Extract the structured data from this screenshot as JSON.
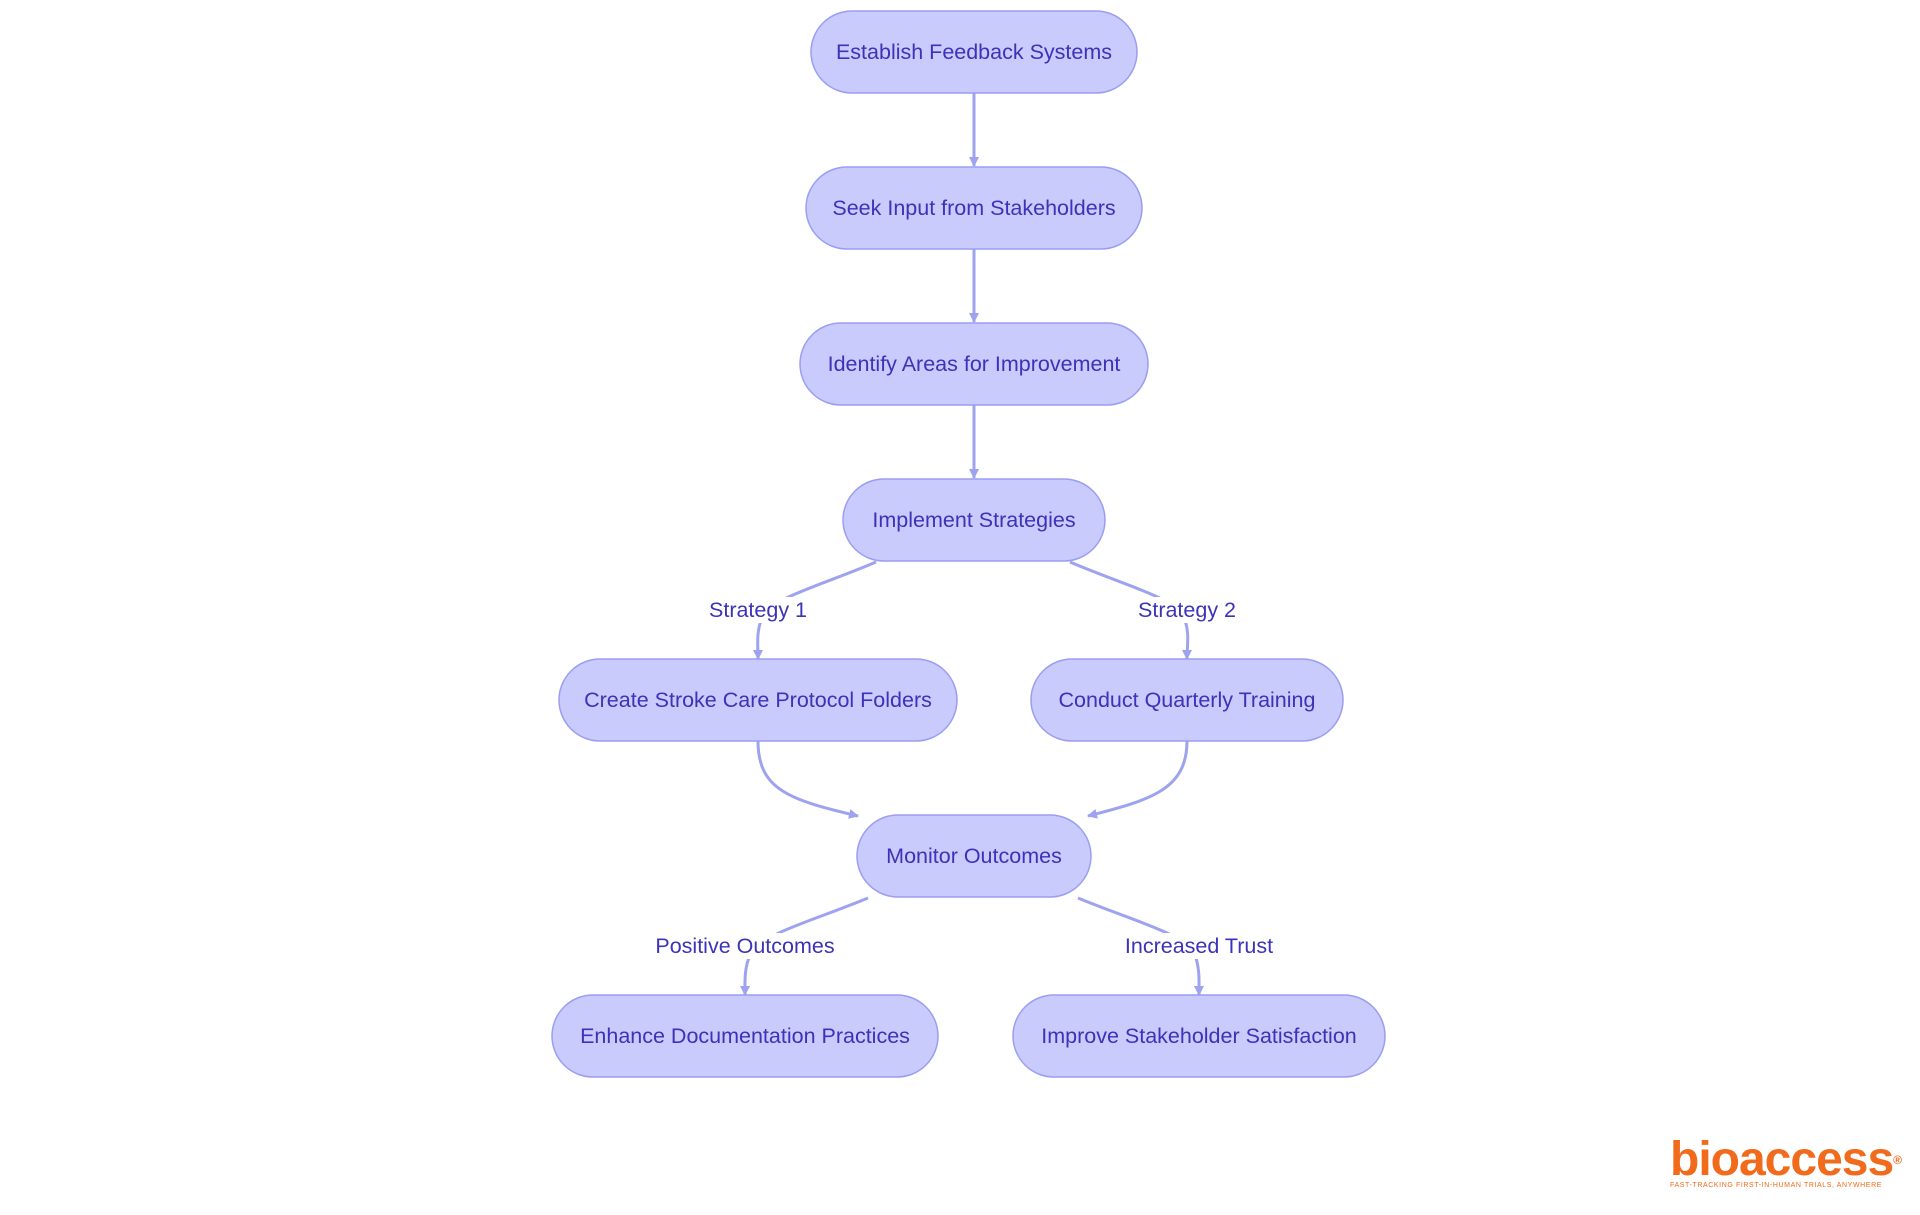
{
  "diagram": {
    "nodes": [
      {
        "id": "n1",
        "label": "Establish Feedback Systems"
      },
      {
        "id": "n2",
        "label": "Seek Input from Stakeholders"
      },
      {
        "id": "n3",
        "label": "Identify Areas for Improvement"
      },
      {
        "id": "n4",
        "label": "Implement Strategies"
      },
      {
        "id": "n5",
        "label": "Create Stroke Care Protocol Folders"
      },
      {
        "id": "n6",
        "label": "Conduct Quarterly Training"
      },
      {
        "id": "n7",
        "label": "Monitor Outcomes"
      },
      {
        "id": "n8",
        "label": "Enhance Documentation Practices"
      },
      {
        "id": "n9",
        "label": "Improve Stakeholder Satisfaction"
      }
    ],
    "edges": [
      {
        "from": "n1",
        "to": "n2",
        "label": ""
      },
      {
        "from": "n2",
        "to": "n3",
        "label": ""
      },
      {
        "from": "n3",
        "to": "n4",
        "label": ""
      },
      {
        "from": "n4",
        "to": "n5",
        "label": "Strategy 1"
      },
      {
        "from": "n4",
        "to": "n6",
        "label": "Strategy 2"
      },
      {
        "from": "n5",
        "to": "n7",
        "label": ""
      },
      {
        "from": "n6",
        "to": "n7",
        "label": ""
      },
      {
        "from": "n7",
        "to": "n8",
        "label": "Positive Outcomes"
      },
      {
        "from": "n7",
        "to": "n9",
        "label": "Increased Trust"
      }
    ],
    "colors": {
      "node_fill": "#c9cbfd",
      "node_stroke": "#9a9ef0",
      "text": "#3b33b8",
      "edge": "#9da3ee"
    }
  },
  "logo": {
    "wordmark": "bioaccess",
    "registered": "®",
    "tagline": "FAST-TRACKING FIRST-IN-HUMAN TRIALS, ANYWHERE",
    "color": "#f26a1b"
  }
}
